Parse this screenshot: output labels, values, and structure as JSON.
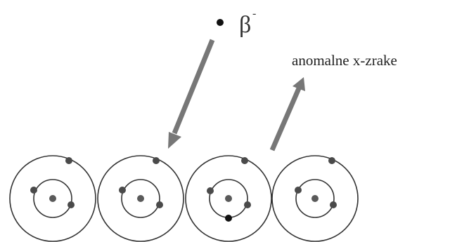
{
  "labels": {
    "beta_symbol": "β",
    "beta_superscript": "-",
    "xray_label": "anomalne x-zrake"
  },
  "colors": {
    "arrow": "#777777",
    "orbit": "#333333",
    "electron_grey": "#4a4a4a",
    "electron_black": "#111111",
    "nucleus": "#5a5a5a",
    "beta_particle": "#111111"
  },
  "atoms": [
    {
      "name": "atom-1",
      "electrons_black": 0
    },
    {
      "name": "atom-2",
      "electrons_black": 0
    },
    {
      "name": "atom-3",
      "electrons_black": 1
    },
    {
      "name": "atom-4",
      "electrons_black": 0
    }
  ]
}
